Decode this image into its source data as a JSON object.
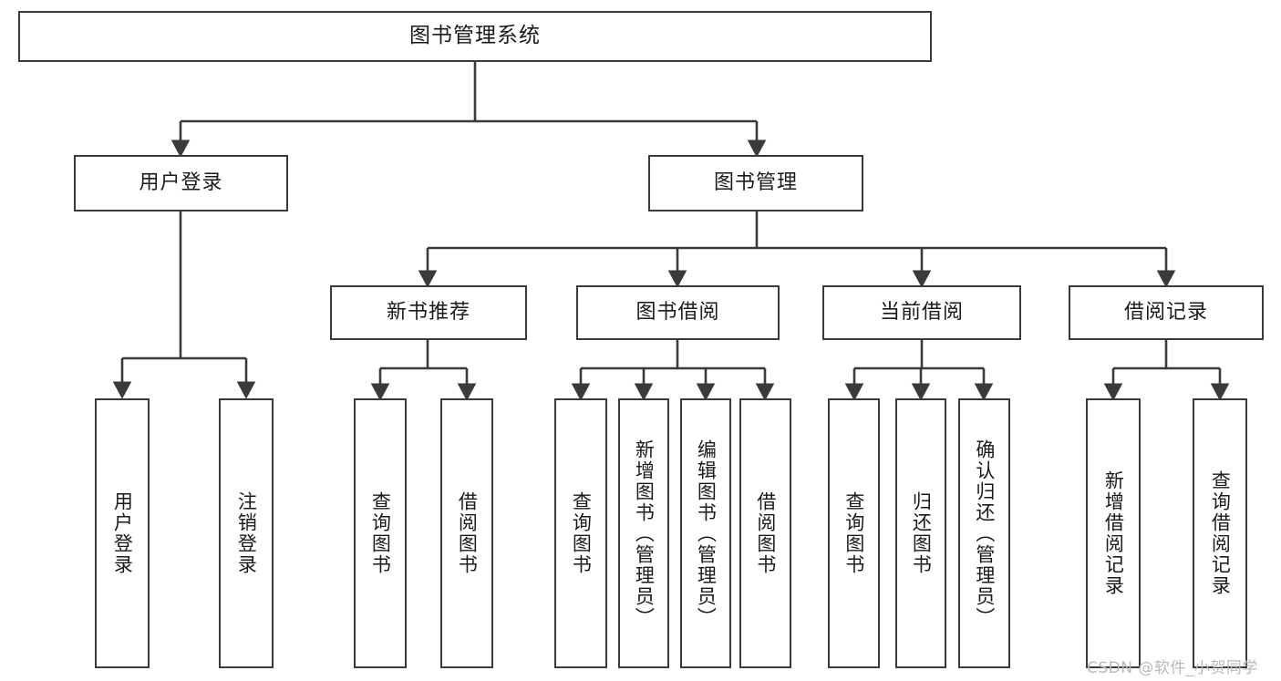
{
  "diagram": {
    "type": "tree-hierarchy",
    "title": "图书管理系统",
    "watermark": "CSDN @软件_小贺同学",
    "colors": {
      "border": "#3a3a3a",
      "background": "#ffffff",
      "text": "#1a1a1a",
      "watermark": "#b9b9b9"
    },
    "levels": {
      "root": {
        "label": "图书管理系统"
      },
      "level2": [
        {
          "id": "user-login",
          "label": "用户登录"
        },
        {
          "id": "book-management",
          "label": "图书管理"
        }
      ],
      "level3": [
        {
          "id": "new-book-recommend",
          "label": "新书推荐"
        },
        {
          "id": "book-borrow",
          "label": "图书借阅"
        },
        {
          "id": "current-borrow",
          "label": "当前借阅"
        },
        {
          "id": "borrow-record",
          "label": "借阅记录"
        }
      ],
      "leaves": {
        "user_login": [
          {
            "id": "leaf-user-login",
            "label": "用户登录"
          },
          {
            "id": "leaf-user-logout",
            "label": "注销登录"
          }
        ],
        "new_book_recommend": [
          {
            "id": "leaf-query-book-1",
            "label": "查询图书"
          },
          {
            "id": "leaf-borrow-book-1",
            "label": "借阅图书"
          }
        ],
        "book_borrow": [
          {
            "id": "leaf-query-book-2",
            "label": "查询图书"
          },
          {
            "id": "leaf-add-book",
            "label": "新增图书（管理员）"
          },
          {
            "id": "leaf-edit-book",
            "label": "编辑图书（管理员）"
          },
          {
            "id": "leaf-borrow-book-2",
            "label": "借阅图书"
          }
        ],
        "current_borrow": [
          {
            "id": "leaf-query-book-3",
            "label": "查询图书"
          },
          {
            "id": "leaf-return-book",
            "label": "归还图书"
          },
          {
            "id": "leaf-confirm-return",
            "label": "确认归还（管理员）"
          }
        ],
        "borrow_record": [
          {
            "id": "leaf-add-record",
            "label": "新增借阅记录"
          },
          {
            "id": "leaf-query-record",
            "label": "查询借阅记录"
          }
        ]
      }
    }
  }
}
